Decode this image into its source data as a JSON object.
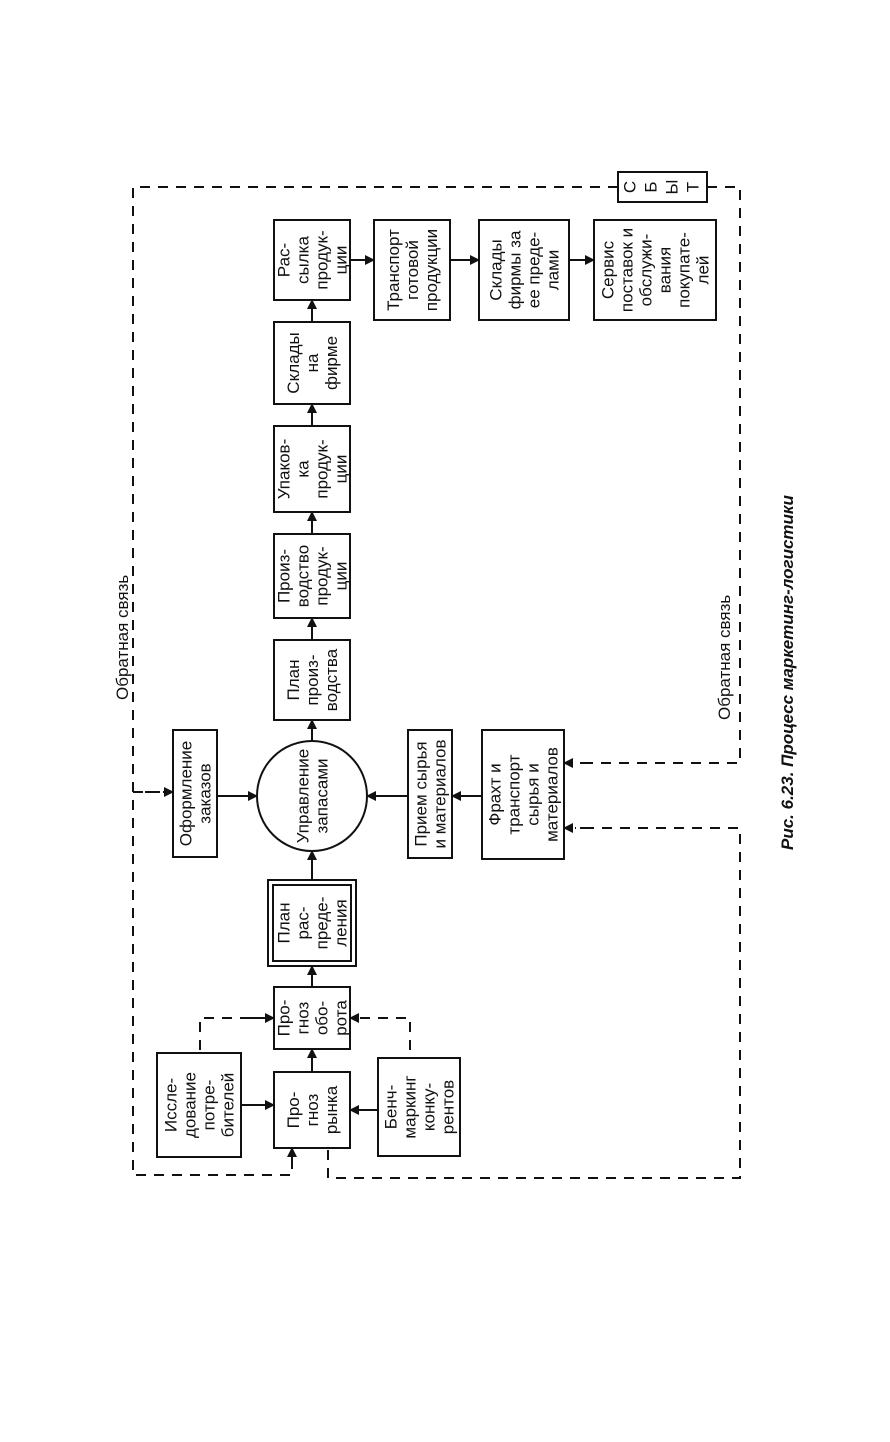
{
  "figure": {
    "caption": "Рис. 6.23. Процесс маркетинг-логистики",
    "feedback_label_top": "Обратная связь",
    "feedback_label_bottom": "Обратная связь",
    "sales_label": [
      "С",
      "Б",
      "Ы",
      "Т"
    ]
  },
  "nodes": {
    "consumer_research": [
      "Иссле-",
      "дование",
      "потре-",
      "бителей"
    ],
    "market_forecast": [
      "Про-",
      "гноз",
      "рынка"
    ],
    "benchmarking": [
      "Бенч-",
      "маркинг",
      "конку-",
      "рентов"
    ],
    "turnover_forecast": [
      "Про-",
      "гноз",
      "обо-",
      "рота"
    ],
    "distribution_plan": [
      "План",
      "рас-",
      "преде-",
      "ления"
    ],
    "order_processing": [
      "Оформление",
      "заказов"
    ],
    "inventory_management": [
      "Управление",
      "запасами"
    ],
    "raw_receipt": [
      "Прием сырья",
      "и материалов"
    ],
    "freight_transport": [
      "Фрахт  и",
      "транспорт",
      "сырья и",
      "материалов"
    ],
    "production_plan": [
      "План",
      "произ-",
      "водства"
    ],
    "production": [
      "Произ-",
      "водство",
      "продук-",
      "ции"
    ],
    "packaging": [
      "Упаков-",
      "ка",
      "продук-",
      "ции"
    ],
    "warehouses_firm": [
      "Склады",
      "на",
      "фирме"
    ],
    "dispatch": [
      "Рас-",
      "сылка",
      "продук-",
      "ции"
    ],
    "finished_transport": [
      "Транспорт",
      "готовой",
      "продукции"
    ],
    "external_warehouses": [
      "Склады",
      "фирмы за",
      "ее преде-",
      "лами"
    ],
    "customer_service": [
      "Сервис",
      "поставок и",
      "обслужи-",
      "вания",
      "покупате-",
      "лей"
    ]
  }
}
